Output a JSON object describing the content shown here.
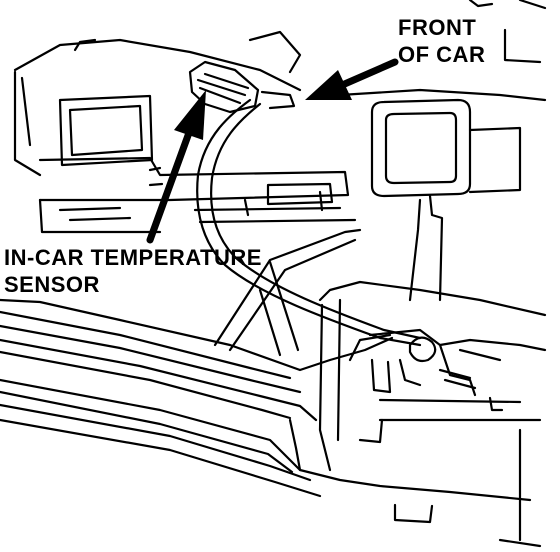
{
  "colors": {
    "ink": "#000000",
    "paper": "#ffffff"
  },
  "labels": {
    "front_line1": "FRONT",
    "front_line2": "OF CAR",
    "sensor_line1": "IN-CAR TEMPERATURE",
    "sensor_line2": "SENSOR"
  }
}
